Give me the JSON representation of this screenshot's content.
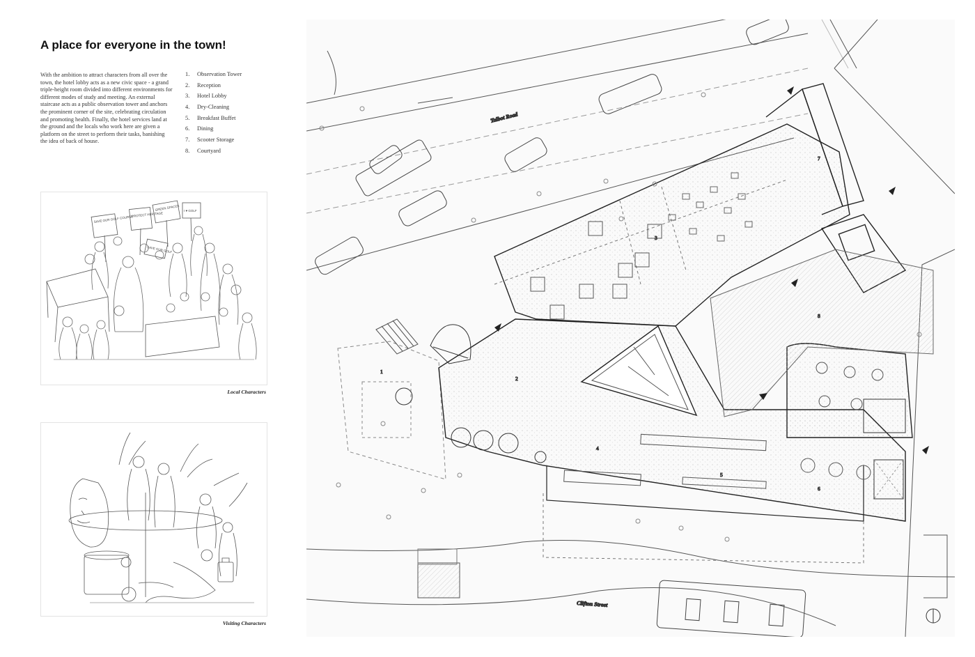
{
  "title": "A place for everyone in the town!",
  "intro": "With the ambition to attract characters from all over the town, the hotel lobby acts as a new civic space - a grand triple-height room divided into different environments for different modes of study and meeting. An external staircase acts as a public observation tower and anchors the prominent corner of the site, celebrating circulation and promoting health. Finally, the hotel services land at the ground and the locals who work here are given a platform on the street to perform their tasks, banishing the idea of back of house.",
  "legend": [
    {
      "num": "1.",
      "label": "Observation Tower"
    },
    {
      "num": "2.",
      "label": "Reception"
    },
    {
      "num": "3.",
      "label": "Hotel Lobby"
    },
    {
      "num": "4.",
      "label": "Dry-Cleaning"
    },
    {
      "num": "5.",
      "label": "Breakfast Buffet"
    },
    {
      "num": "6.",
      "label": "Dining"
    },
    {
      "num": "7.",
      "label": "Scooter Storage"
    },
    {
      "num": "8.",
      "label": "Courtyard"
    }
  ],
  "sketches": {
    "local": {
      "caption": "Local Characters",
      "signs": [
        "SAVE OUR GOLF COURSE",
        "PROTECT HERITAGE",
        "GREEN SPACES",
        "I ♥ GOLF",
        "SAVE OUR GOLF"
      ]
    },
    "visiting": {
      "caption": "Visiting Characters"
    }
  },
  "plan": {
    "streets": {
      "north": "Talbot Road",
      "south": "Clifton Street"
    },
    "zones": [
      "1",
      "2",
      "3",
      "4",
      "5",
      "6",
      "7",
      "8"
    ]
  }
}
